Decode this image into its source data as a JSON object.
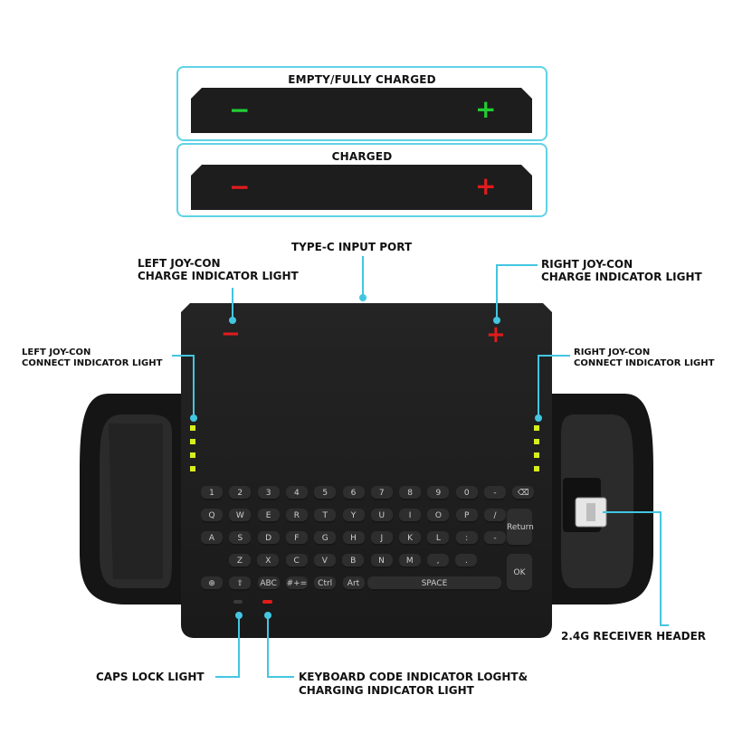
{
  "states": [
    {
      "title": "EMPTY/FULLY CHARGED",
      "minus": "−",
      "plus": "+",
      "minus_color": "#22cc33",
      "plus_color": "#22cc33"
    },
    {
      "title": "CHARGED",
      "minus": "−",
      "plus": "+",
      "minus_color": "#e01c1c",
      "plus_color": "#e01c1c"
    }
  ],
  "labels": {
    "type_c": "TYPE-C INPUT PORT",
    "left_charge_1": "LEFT JOY-CON",
    "left_charge_2": "CHARGE INDICATOR LIGHT",
    "right_charge_1": "RIGHT JOY-CON",
    "right_charge_2": "CHARGE INDICATOR LIGHT",
    "left_connect_1": "LEFT JOY-CON",
    "left_connect_2": "CONNECT INDICATOR LIGHT",
    "right_connect_1": "RIGHT JOY-CON",
    "right_connect_2": "CONNECT INDICATOR LIGHT",
    "receiver": "2.4G RECEIVER HEADER",
    "caps": "CAPS LOCK LIGHT",
    "kb_code_1": "KEYBOARD CODE INDICATOR LOGHT&",
    "kb_code_2": "CHARGING INDICATOR LIGHT"
  },
  "device": {
    "minus_sign": "−",
    "plus_sign": "+",
    "accent_line": "#43c6e0",
    "led_color": "#d6ee1d"
  },
  "keyboard": {
    "row1": [
      "1",
      "2",
      "3",
      "4",
      "5",
      "6",
      "7",
      "8",
      "9",
      "0",
      "-",
      "⌫"
    ],
    "row2": [
      "Q",
      "W",
      "E",
      "R",
      "T",
      "Y",
      "U",
      "I",
      "O",
      "P",
      "/"
    ],
    "row3": [
      "A",
      "S",
      "D",
      "F",
      "G",
      "H",
      "J",
      "K",
      "L",
      ":",
      "-"
    ],
    "row4": [
      "Z",
      "X",
      "C",
      "V",
      "B",
      "N",
      "M",
      ",",
      "."
    ],
    "row5": [
      "⊕",
      "⇧",
      "ABC",
      "#+=",
      "Ctrl",
      "Art"
    ],
    "space": "SPACE",
    "return": "Return",
    "ok": "OK"
  }
}
